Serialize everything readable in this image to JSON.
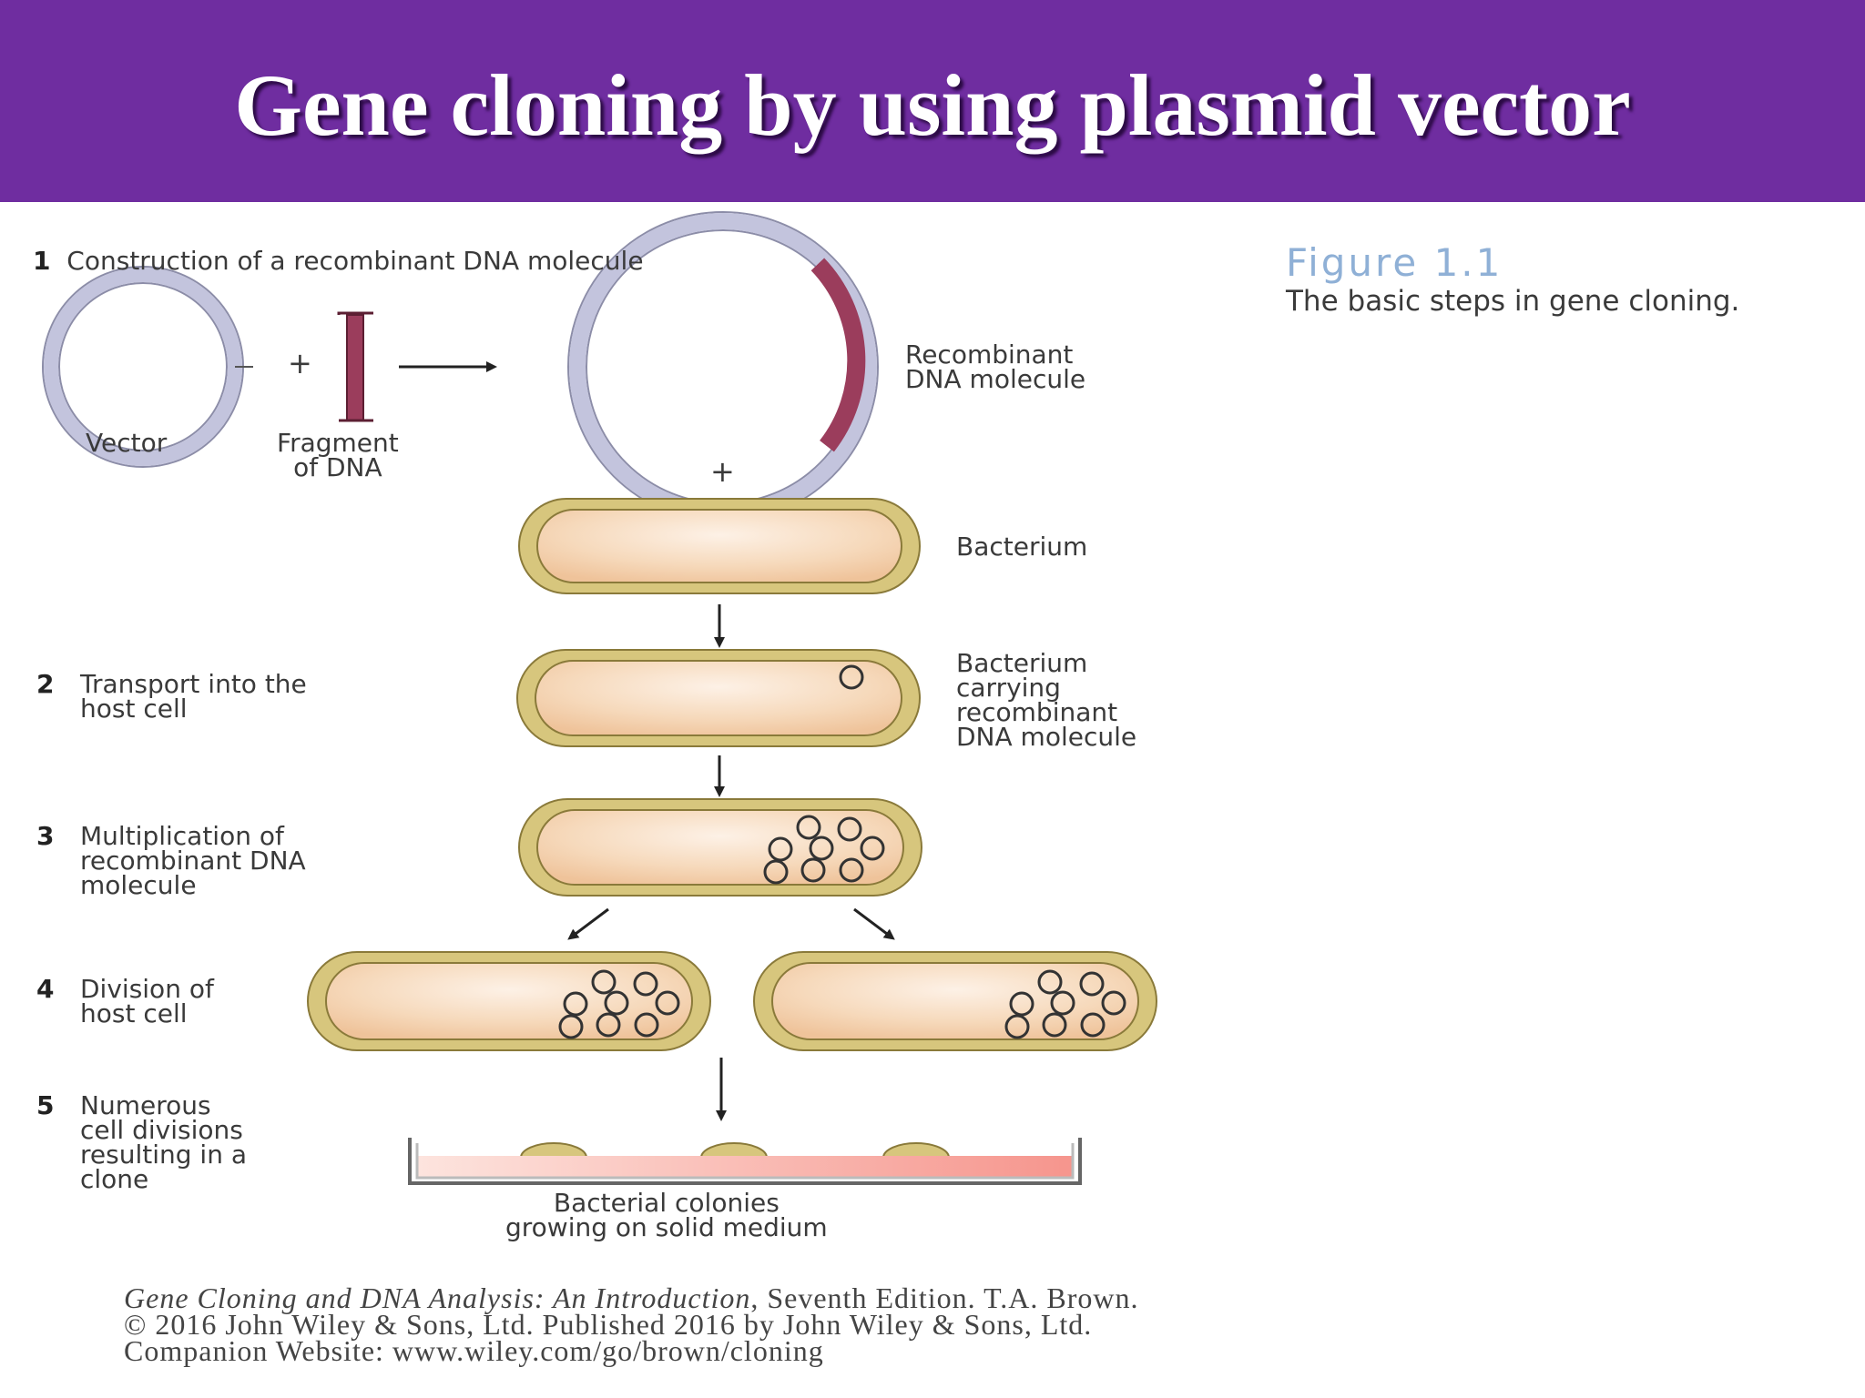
{
  "header": {
    "title": "Gene cloning by using plasmid vector",
    "background_color": "#6f2da0"
  },
  "figure": {
    "title": "Figure 1.1",
    "caption": "The basic steps in gene cloning."
  },
  "steps": [
    {
      "number": "1",
      "text": "Construction of a recombinant DNA molecule"
    },
    {
      "number": "2",
      "text": "Transport into the\nhost cell"
    },
    {
      "number": "3",
      "text": "Multiplication of\nrecombinant DNA\nmolecule"
    },
    {
      "number": "4",
      "text": "Division of\nhost cell"
    },
    {
      "number": "5",
      "text": "Numerous\ncell divisions\nresulting in a\nclone"
    }
  ],
  "labels": {
    "vector": "Vector",
    "fragment": "Fragment\nof DNA",
    "recombinant": "Recombinant\nDNA molecule",
    "plus_1": "+",
    "plus_2": "+",
    "bacterium": "Bacterium",
    "bacterium_carrying": "Bacterium\ncarrying\nrecombinant\nDNA molecule",
    "colonies": "Bacterial colonies\ngrowing on solid medium"
  },
  "credit": {
    "book_title": "Gene Cloning and DNA Analysis: An Introduction",
    "edition": ", Seventh Edition. T.A. Brown.",
    "copyright": "© 2016 John Wiley & Sons, Ltd. Published 2016 by John Wiley & Sons, Ltd.",
    "website": "Companion Website: www.wiley.com/go/brown/cloning"
  },
  "colors": {
    "plasmid": "#c3c4dd",
    "fragment": "#9b3d5c",
    "cell_wall": "#d7c67d",
    "cell_fill": "#f4cfa8",
    "medium": "#f5a09a"
  }
}
